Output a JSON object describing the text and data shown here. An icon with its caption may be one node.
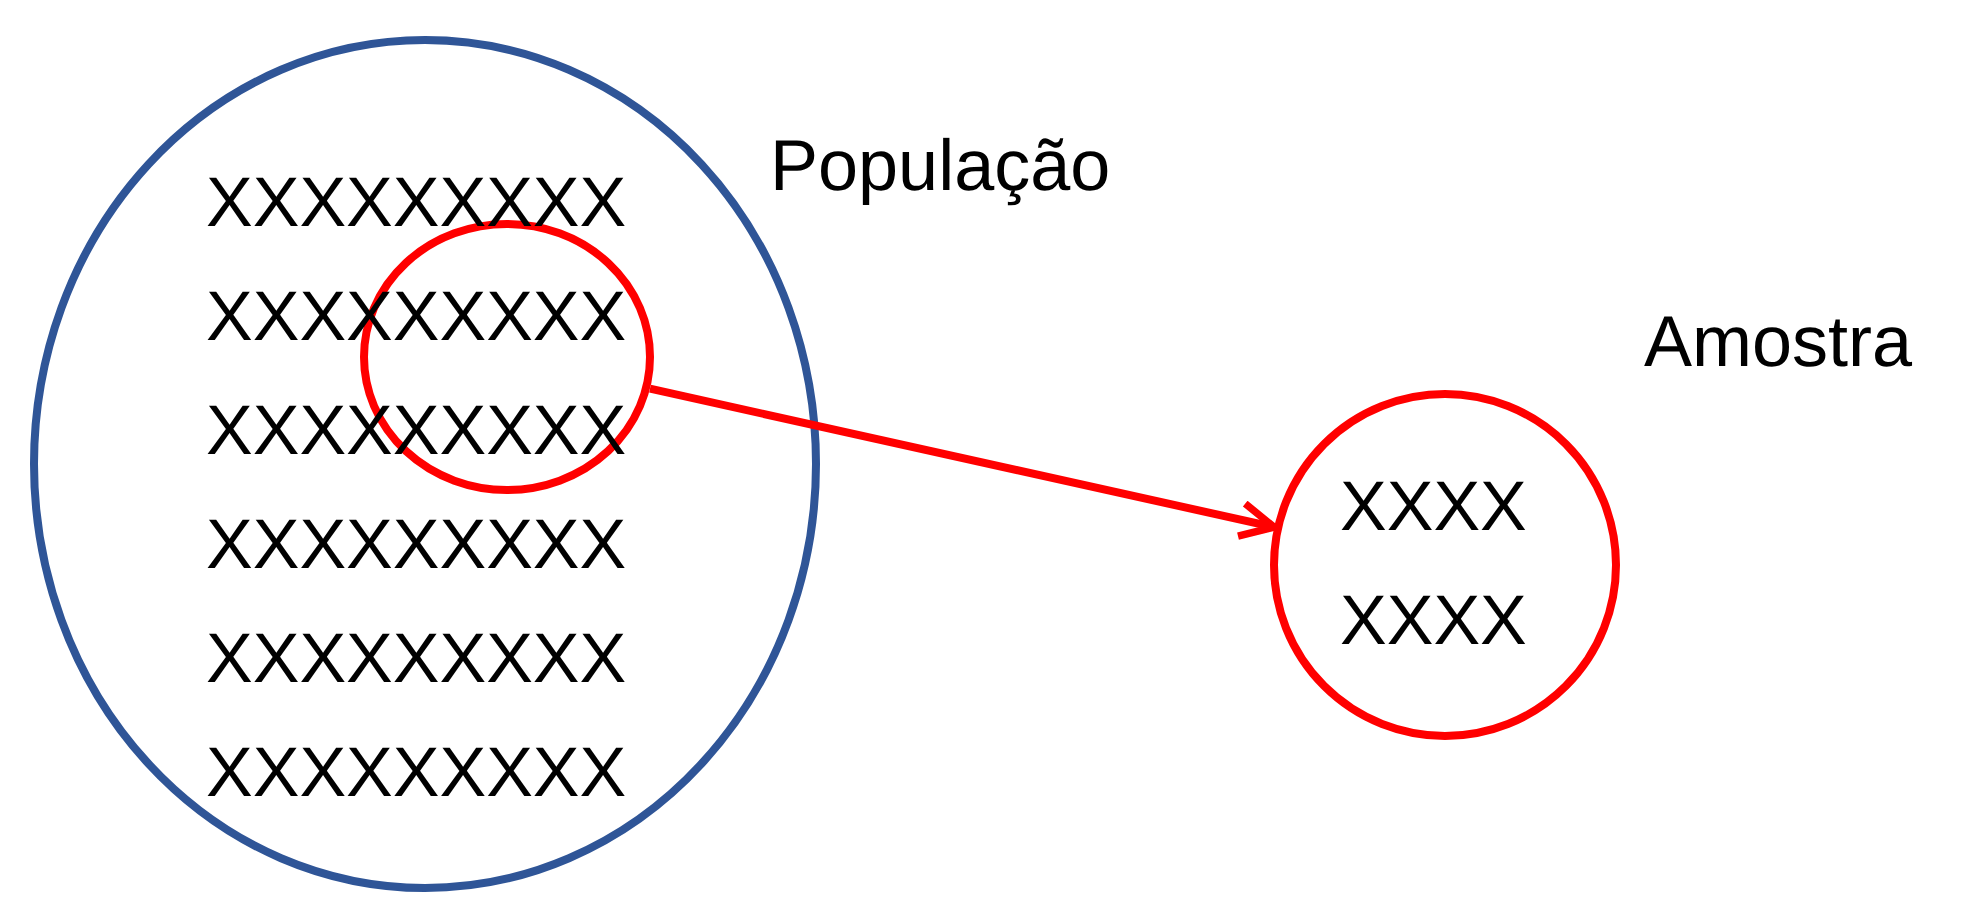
{
  "diagram": {
    "nodes": [
      {
        "text": [
          "XXXXXXXXX XXXXXXXXX XXXXXXXXX XXXXXXXXX XXXXXXXXX XXXXXXXXX"
        ],
        "beside": [
          "População"
        ]
      },
      {
        "text": [],
        "shape": "circle",
        "in": 0
      },
      {
        "text": [
          "XXXX XXXX"
        ],
        "beside": [
          "Amostra"
        ]
      }
    ],
    "edges": [
      {
        "from": 1,
        "to": 2,
        "arrow": "to"
      }
    ]
  }
}
